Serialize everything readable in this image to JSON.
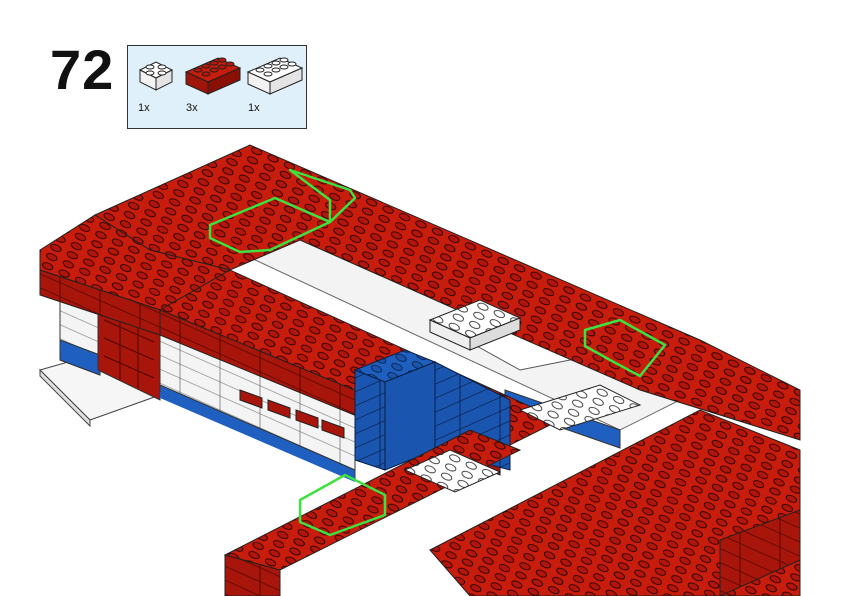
{
  "step": {
    "number": "72"
  },
  "parts": [
    {
      "name": "brick-2x2",
      "color": "white",
      "qty": "1x",
      "hex": "#ffffff"
    },
    {
      "name": "brick-2x4",
      "color": "red",
      "qty": "3x",
      "hex": "#c81c0c"
    },
    {
      "name": "brick-2x4",
      "color": "white",
      "qty": "1x",
      "hex": "#ffffff"
    }
  ],
  "colors": {
    "red": "#c81c0c",
    "red_dark": "#8a0f05",
    "blue": "#1f5fc0",
    "blue_dark": "#123e86",
    "white": "#ffffff",
    "grey": "#d8d8d8",
    "highlight": "#3ee23e",
    "panel": "#dff0fb"
  }
}
